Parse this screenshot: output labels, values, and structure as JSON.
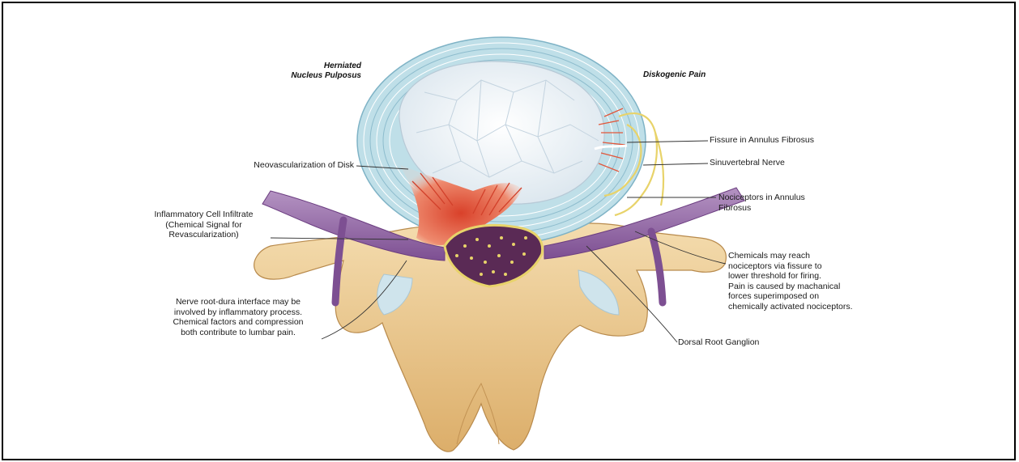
{
  "titles": {
    "herniated": "Herniated\nNucleus Pulposus",
    "diskogenic": "Diskogenic Pain"
  },
  "labels": {
    "fissure": "Fissure in Annulus Fibrosus",
    "sinuvertebral": "Sinuvertebral Nerve",
    "nociceptors_annulus": "Nociceptors in Annulus\nFibrosus",
    "chemicals": "Chemicals may reach\nnociceptors via fissure to\nlower threshold for firing.\nPain is caused by machanical\nforces superimposed on\nchemically activated nociceptors.",
    "dorsal_root": "Dorsal Root Ganglion",
    "neovascularization": "Neovascularization of Disk",
    "inflammatory": "Inflammatory Cell Infiltrate\n(Chemical Signal for\nRevascularization)",
    "nerve_root": "Nerve root-dura interface may be\ninvolved by inflammatory process.\nChemical factors and compression\nboth contribute to lumbar pain."
  },
  "colors": {
    "annulus": "#bfdfe8",
    "nucleus": "#f4f7f9",
    "bone": "#efcf9a",
    "nerve": "#8f64a0",
    "inflamed": "#e2573b",
    "sinuvertebral": "#e8d36a"
  }
}
